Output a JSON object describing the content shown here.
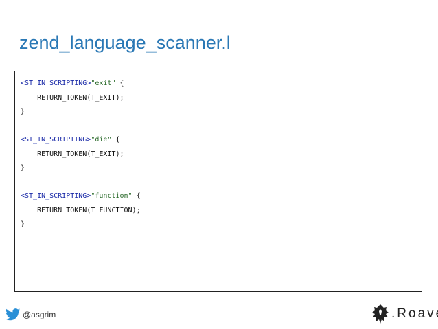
{
  "slide": {
    "title": "zend_language_scanner.l"
  },
  "code": {
    "lines": [
      {
        "state": "<ST_IN_SCRIPTING>",
        "string": "\"exit\"",
        "rest": " {"
      },
      {
        "state": "",
        "string": "",
        "rest": "    RETURN_TOKEN(T_EXIT);"
      },
      {
        "state": "",
        "string": "",
        "rest": "}"
      },
      {
        "state": "",
        "string": "",
        "rest": ""
      },
      {
        "state": "<ST_IN_SCRIPTING>",
        "string": "\"die\"",
        "rest": " {"
      },
      {
        "state": "",
        "string": "",
        "rest": "    RETURN_TOKEN(T_EXIT);"
      },
      {
        "state": "",
        "string": "",
        "rest": "}"
      },
      {
        "state": "",
        "string": "",
        "rest": ""
      },
      {
        "state": "<ST_IN_SCRIPTING>",
        "string": "\"function\"",
        "rest": " {"
      },
      {
        "state": "",
        "string": "",
        "rest": "    RETURN_TOKEN(T_FUNCTION);"
      },
      {
        "state": "",
        "string": "",
        "rest": "}"
      }
    ]
  },
  "footer": {
    "handle": "@asgrim",
    "handle_icon": "twitter-bird-icon",
    "brand_name": "Roave",
    "brand_dot": ".",
    "brand_icon": "roave-logo-icon"
  },
  "colors": {
    "title": "#2a78b5",
    "twitter": "#2a8fd6",
    "state_token": "#1a2aa8",
    "string_token": "#2a6a2a"
  }
}
